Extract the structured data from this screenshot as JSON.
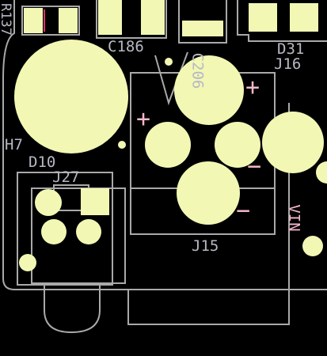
{
  "colors": {
    "background": "#000000",
    "pad": "#f2f7b4",
    "silkscreen": "#a9a9a9",
    "label": "#b8b8c4",
    "polarity": "#f4b7c8",
    "pin1_mark": "#e03070"
  },
  "labels": {
    "r137": "R137",
    "c186": "C186",
    "c206": "C206",
    "d31": "D31",
    "j16": "J16",
    "h7": "H7",
    "d10": "D10",
    "j27": "J27",
    "j15": "J15",
    "vin": "VIN"
  },
  "polarity": {
    "plus_left": "+",
    "plus_right": "+",
    "minus_right": "−",
    "minus_bottom": "−"
  }
}
